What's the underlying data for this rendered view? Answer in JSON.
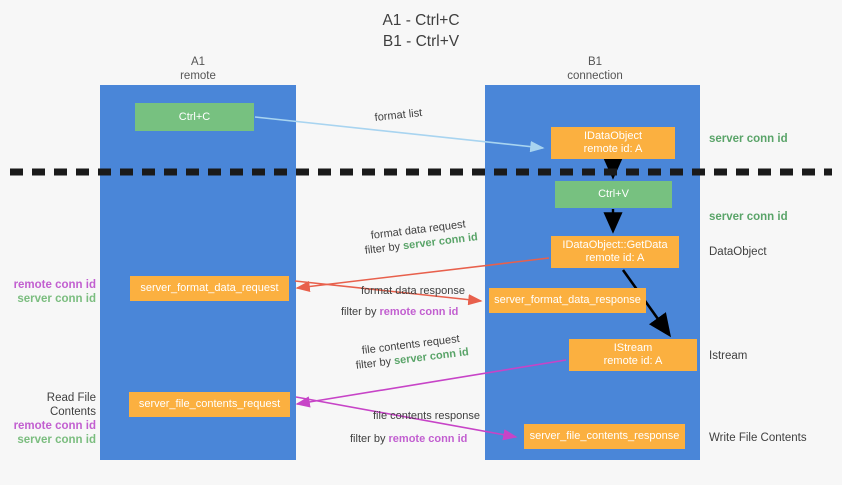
{
  "title": {
    "line1": "A1 - Ctrl+C",
    "line2": "B1 - Ctrl+V"
  },
  "lanes": [
    {
      "name": "A1",
      "subtitle": "remote"
    },
    {
      "name": "B1",
      "subtitle": "connection"
    }
  ],
  "boxes": {
    "ctrl_c": {
      "label": "Ctrl+C"
    },
    "idataobject": {
      "line1": "IDataObject",
      "line2": "remote id: A"
    },
    "ctrl_v": {
      "label": "Ctrl+V"
    },
    "getdata": {
      "line1": "IDataObject::GetData",
      "line2": "remote id: A"
    },
    "format_data_request": {
      "label": "server_format_data_request"
    },
    "format_data_response": {
      "label": "server_format_data_response"
    },
    "istream": {
      "line1": "IStream",
      "line2": "remote id: A"
    },
    "file_contents_request": {
      "label": "server_file_contents_request"
    },
    "file_contents_response": {
      "label": "server_file_contents_response"
    }
  },
  "side_labels": {
    "server_conn_id_top": "server conn id",
    "server_conn_id_mid": "server conn id",
    "dataobject": "DataObject",
    "istream": "Istream",
    "write_file_contents": "Write File Contents"
  },
  "margin_labels": {
    "group1": {
      "remote": "remote conn id",
      "server": "server conn id"
    },
    "group2": {
      "title": "Read File Contents",
      "remote": "remote conn id",
      "server": "server conn id"
    }
  },
  "arrow_labels": {
    "format_list": "format list",
    "format_data_request": "format data request",
    "format_data_request_filter_prefix": "filter by ",
    "format_data_request_filter_value": "server conn id",
    "format_data_response": "format data response",
    "format_data_response_filter_prefix": "filter by ",
    "format_data_response_filter_value": "remote conn id",
    "file_contents_request": "file contents request",
    "file_contents_request_filter_prefix": "filter by ",
    "file_contents_request_filter_value": "server conn id",
    "file_contents_response": "file contents response",
    "file_contents_response_filter_prefix": "filter by ",
    "file_contents_response_filter_value": "remote conn id"
  },
  "colors": {
    "lane": "#4a86d8",
    "green_box": "#77c180",
    "orange_box": "#fbb040",
    "green_text": "#5aa469",
    "magenta_text": "#c25fd0",
    "light_blue_arrow": "#a8d4f0",
    "red_arrow": "#e8604c",
    "magenta_arrow": "#c744c7",
    "black_arrow": "#000000",
    "divider": "#1a1a1a",
    "background": "#f7f7f7"
  }
}
